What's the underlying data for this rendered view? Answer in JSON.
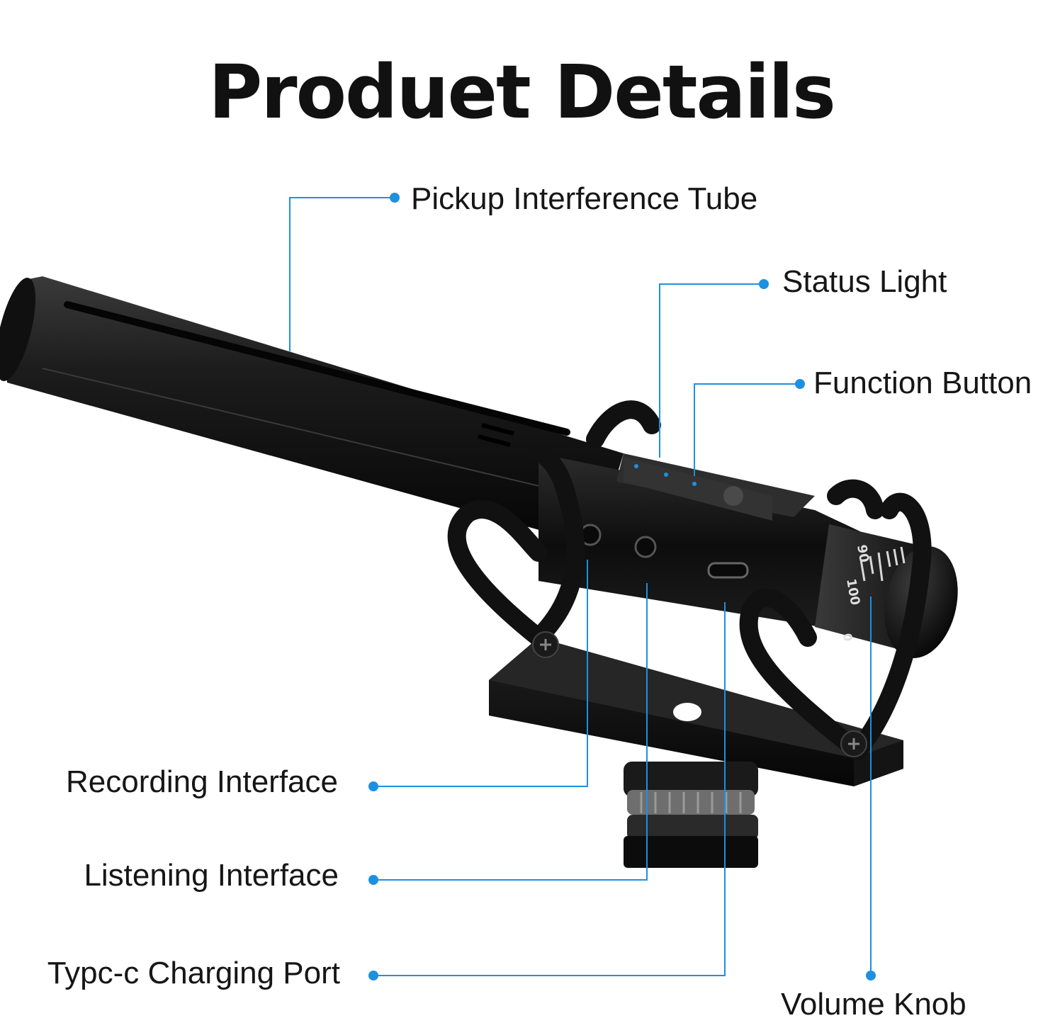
{
  "title": "Produet Details",
  "accent_color": "#1e90e0",
  "callouts": {
    "pickup_tube": "Pickup Interference Tube",
    "status_light": "Status Light",
    "function_button": "Function Button",
    "recording_interface": "Recording Interface",
    "listening_interface": "Listening Interface",
    "charging_port": "Typc-c Charging Port",
    "volume_knob": "Volume Knob"
  },
  "knob_scale": {
    "mark_100": "100",
    "mark_90": "90",
    "mark_0": "0"
  }
}
